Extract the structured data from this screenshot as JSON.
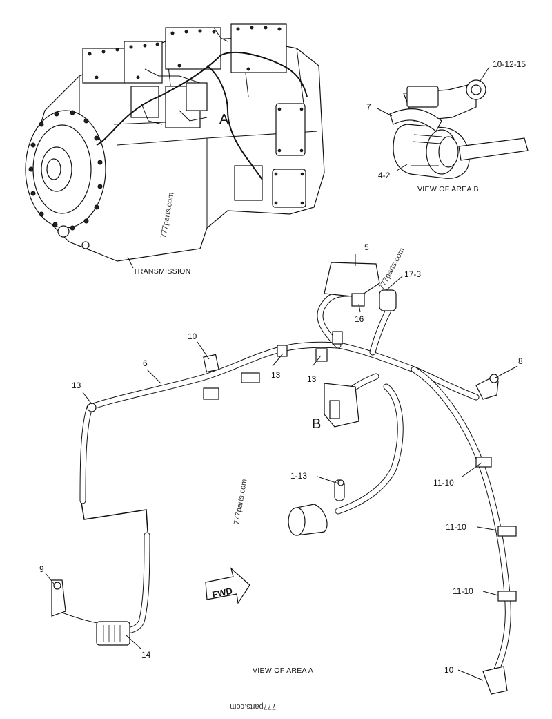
{
  "callouts": {
    "area_a": "A",
    "area_b": "B",
    "p10_12_15": "10-12-15",
    "p7": "7",
    "p4_2": "4-2",
    "p5": "5",
    "p17_3": "17-3",
    "p16": "16",
    "p10_top": "10",
    "p6": "6",
    "p13_left": "13",
    "p13_mid": "13",
    "p13_right": "13",
    "p8": "8",
    "p1_13": "1-13",
    "p11_10_a": "11-10",
    "p11_10_b": "11-10",
    "p11_10_c": "11-10",
    "p9": "9",
    "p14": "14",
    "p10_bottom": "10"
  },
  "captions": {
    "transmission": "TRANSMISSION",
    "view_area_b": "VIEW OF AREA B",
    "view_area_a": "VIEW OF AREA A",
    "fwd": "FWD"
  },
  "watermarks": {
    "w1": "777parts.com",
    "w2": "777parts.com",
    "w3": "777parts.com",
    "w4": "777parts.com"
  }
}
